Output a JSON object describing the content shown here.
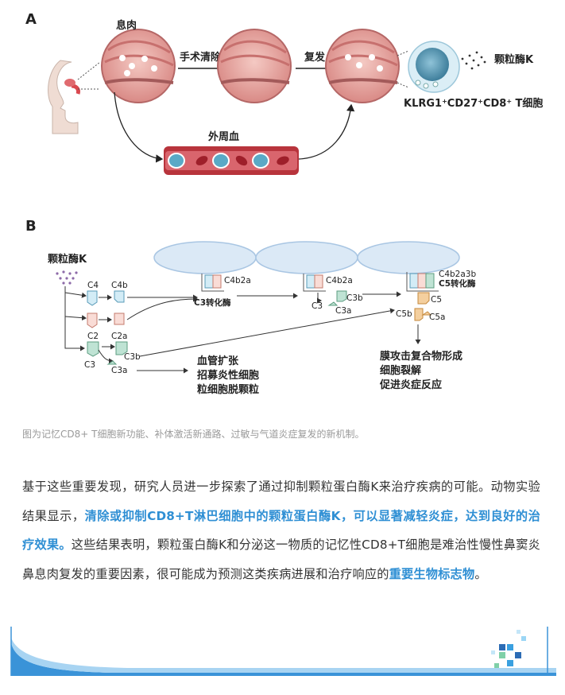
{
  "figure": {
    "panel_a": {
      "label": "A",
      "polyp": "息肉",
      "surgery": "手术清除",
      "recurrence": "复发",
      "granzyme": "颗粒酶K",
      "cell_prefix": "KLRG1",
      "cell_mid1": "CD27",
      "cell_mid2": "CD8",
      "cell_suffix": " T细胞",
      "sup_plus": "+",
      "blood": "外周血"
    },
    "panel_b": {
      "label": "B",
      "granzyme": "颗粒酶K",
      "c4": "C4",
      "c4b": "C4b",
      "c2": "C2",
      "c2a": "C2a",
      "c3": "C3",
      "c3b": "C3b",
      "c3a": "C3a",
      "c4b2a": "C4b2a",
      "c3_convertase": "C3转化酶",
      "c4b2a3b": "C4b2a3b",
      "c5_convertase": "C5转化酶",
      "c5": "C5",
      "c5b": "C5b",
      "c5a": "C5a",
      "effects_1": [
        "血管扩张",
        "招募炎性细胞",
        "粒细胞脱颗粒"
      ],
      "effects_2": [
        "膜攻击复合物形成",
        "细胞裂解",
        "促进炎症反应"
      ]
    },
    "caption": "图为记忆CD8+ T细胞新功能、补体激活新通路、过敏与气道炎症复发的新机制。"
  },
  "article": {
    "p1": "基于这些重要发现，研究人员进一步探索了通过抑制颗粒蛋白酶K来治疗疾病的可能。动物实验结果显示，",
    "hl1": "清除或抑制CD8+T淋巴细胞中的颗粒蛋白酶K，可以显著减轻炎症，达到良好的治疗效果。",
    "p2": "这些结果表明，颗粒蛋白酶K和分泌这一物质的记忆性CD8+T细胞是难治性慢性鼻窦炎鼻息肉复发的重要因素，很可能成为预测这类疾病进展和治疗响应的",
    "hl2": "重要生物标志物",
    "p3": "。"
  },
  "colors": {
    "accent": "#2f8fd4",
    "tissue": "#c96a6a",
    "vessel": "#b8343c",
    "lymph": "#4a8fb0"
  }
}
